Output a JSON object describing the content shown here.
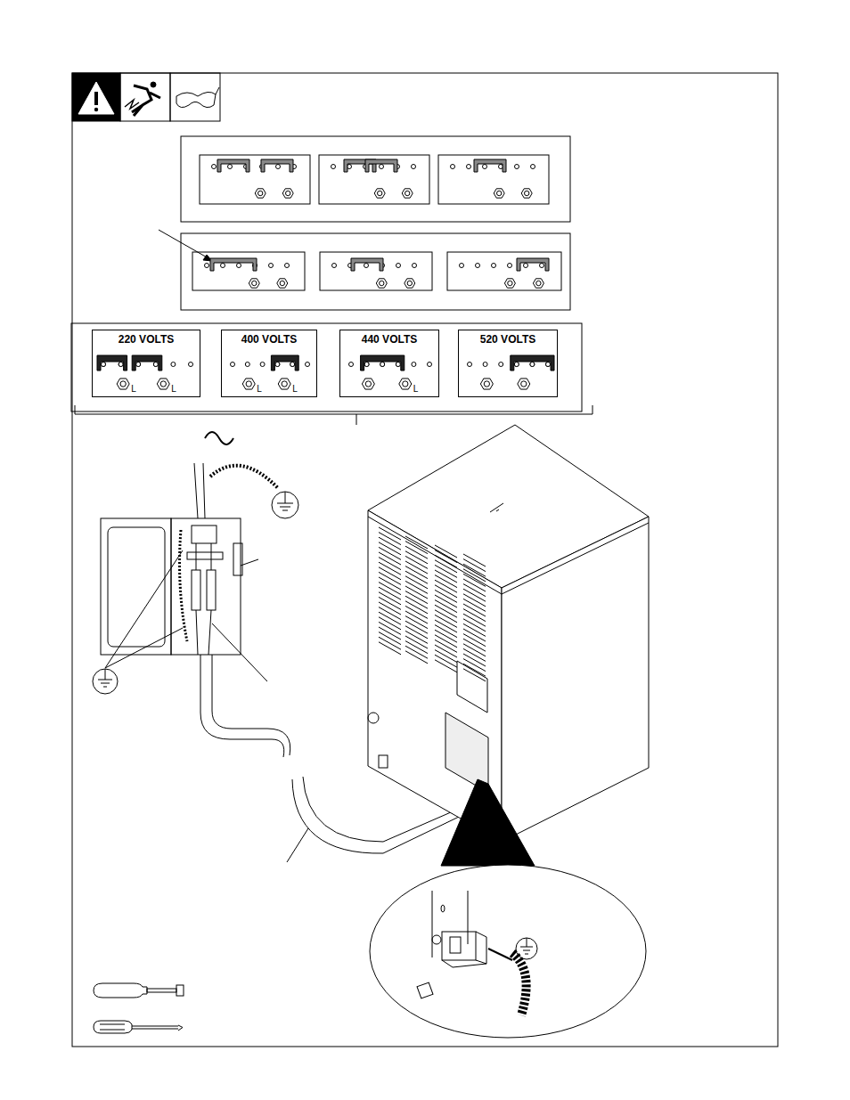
{
  "diagram": {
    "nodes": [
      {
        "text": [
          "220 VOLTS",
          "L",
          "L"
        ]
      },
      {
        "text": [
          "400 VOLTS",
          "L",
          "L"
        ]
      },
      {
        "text": [
          "440 VOLTS",
          "L"
        ]
      },
      {
        "text": [
          "520 VOLTS"
        ]
      }
    ]
  }
}
